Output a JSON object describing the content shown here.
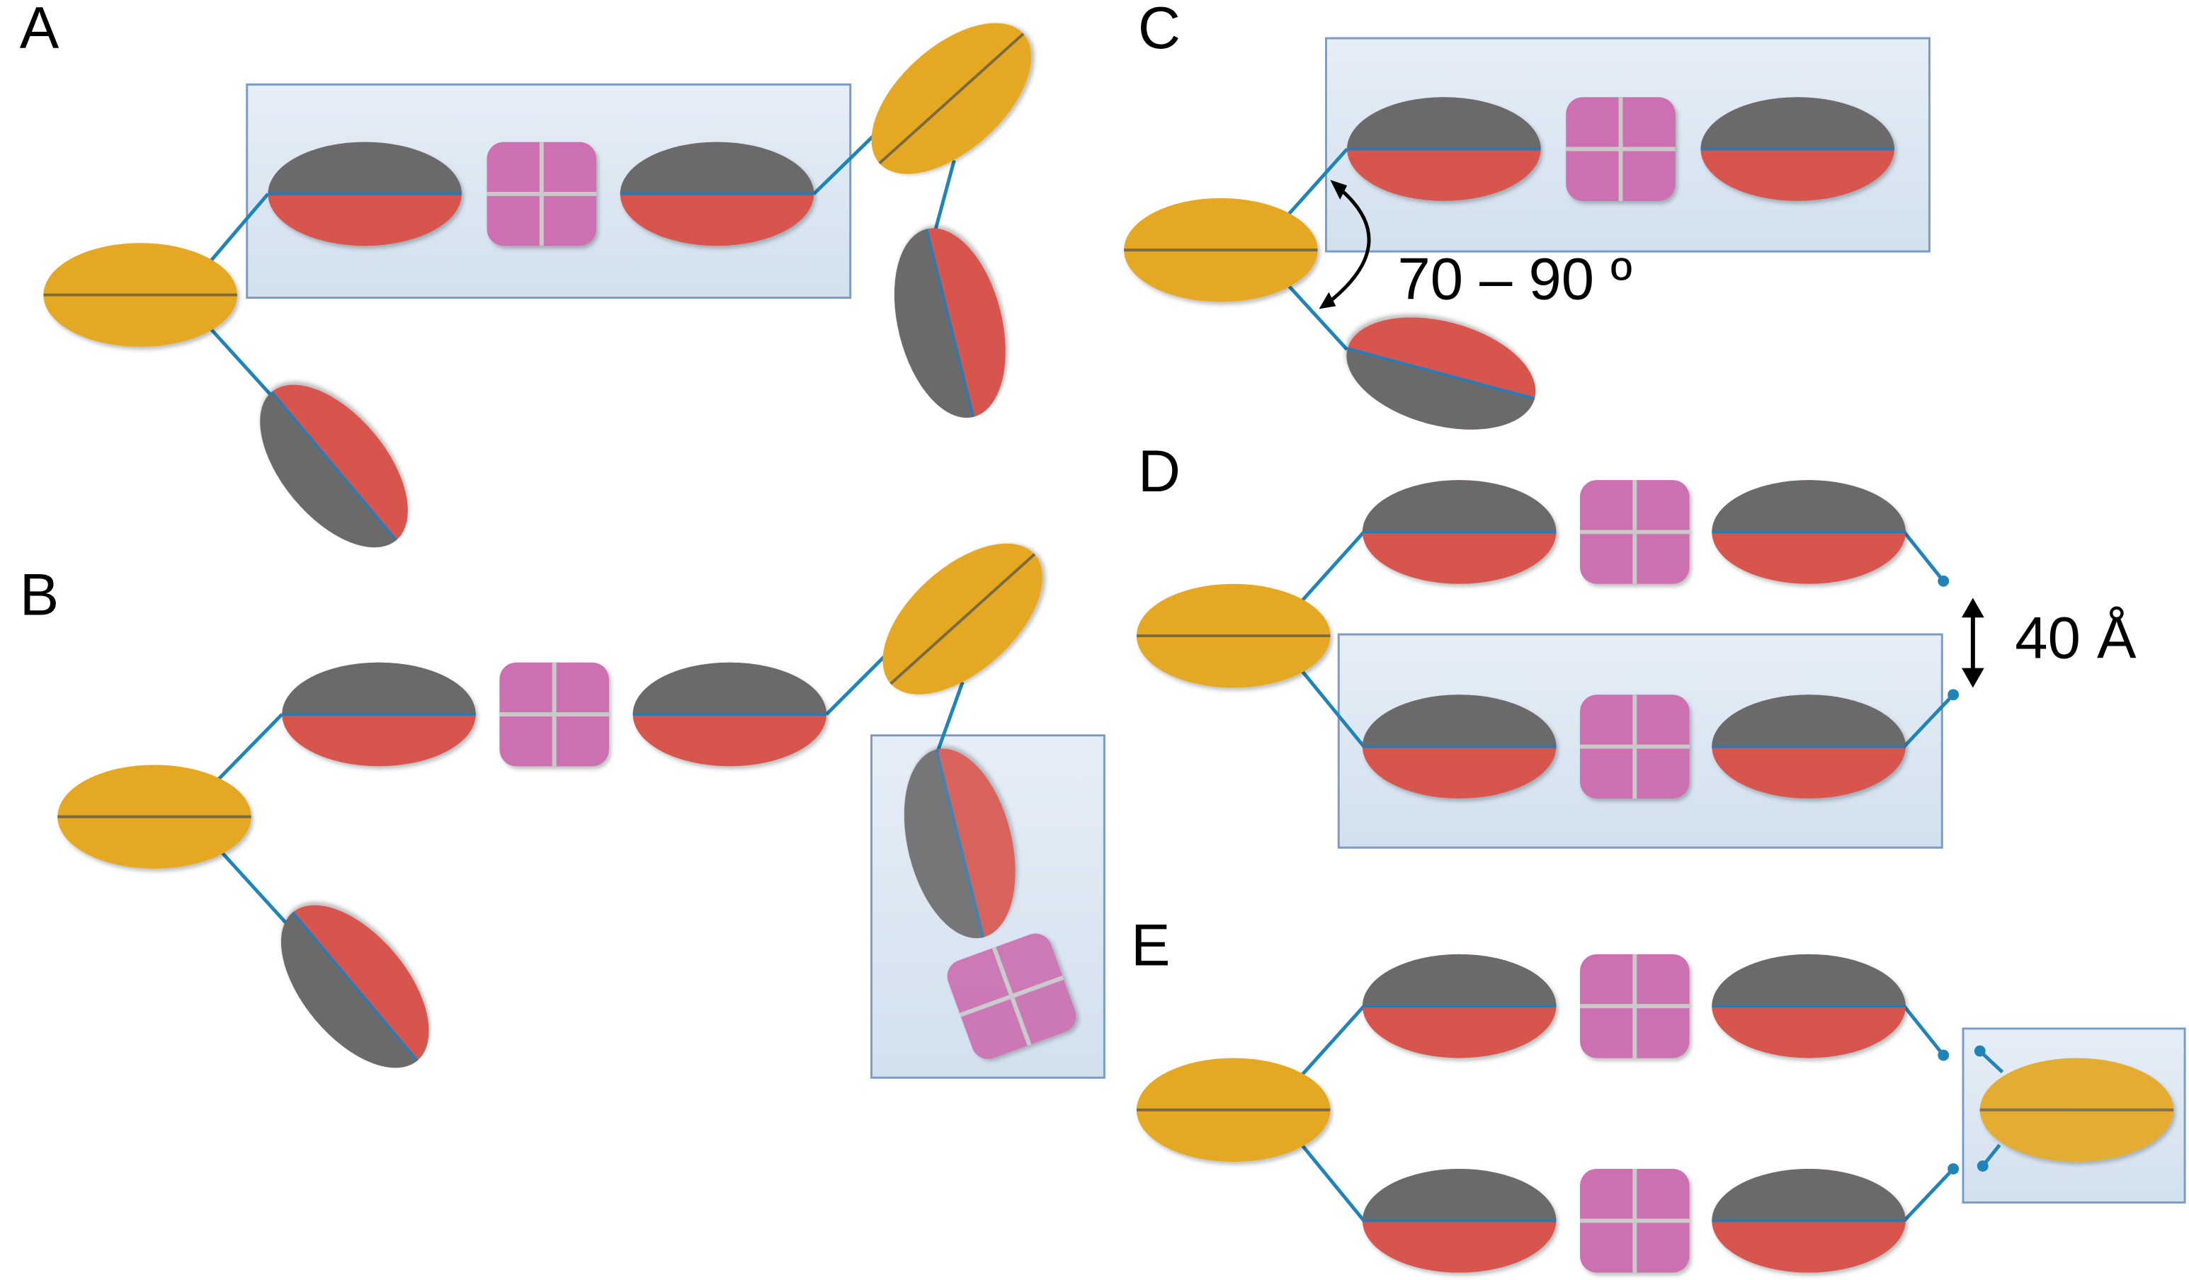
{
  "panels": {
    "a": {
      "label": "A"
    },
    "b": {
      "label": "B"
    },
    "c": {
      "label": "C",
      "angle_label": "70 – 90 º"
    },
    "d": {
      "label": "D",
      "distance_label": "40 Å"
    },
    "e": {
      "label": "E"
    }
  },
  "colors": {
    "fc_domain": "#e5a823",
    "heavy_chain": "#6b6b6b",
    "light_chain": "#d8544e",
    "hinge_module": "#cc6fb2",
    "linker": "#1f84b8",
    "highlight_box": "#dbe6f2",
    "highlight_border": "#7a9cc8"
  }
}
